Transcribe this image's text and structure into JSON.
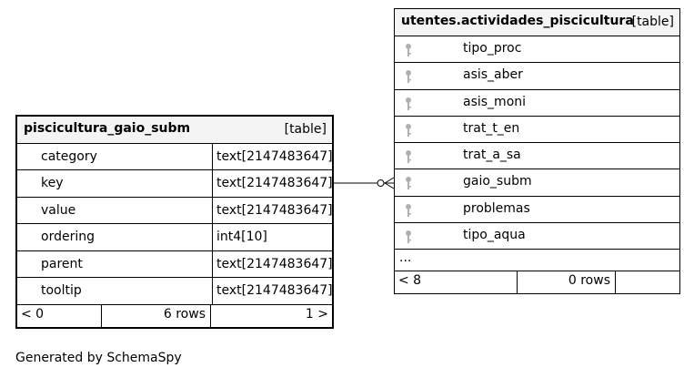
{
  "left_table": {
    "name": "piscicultura_gaio_subm",
    "kind": "[table]",
    "columns": [
      {
        "name": "category",
        "type": "text[2147483647]"
      },
      {
        "name": "key",
        "type": "text[2147483647]"
      },
      {
        "name": "value",
        "type": "text[2147483647]"
      },
      {
        "name": "ordering",
        "type": "int4[10]"
      },
      {
        "name": "parent",
        "type": "text[2147483647]"
      },
      {
        "name": "tooltip",
        "type": "text[2147483647]"
      }
    ],
    "footer": {
      "children": "< 0",
      "rows": "6 rows",
      "parents": "1 >"
    }
  },
  "right_table": {
    "name": "utentes.actividades_piscicultura",
    "kind": "[table]",
    "columns": [
      {
        "name": "tipo_proc",
        "icon": "key-icon"
      },
      {
        "name": "asis_aber",
        "icon": "key-icon"
      },
      {
        "name": "asis_moni",
        "icon": "key-icon"
      },
      {
        "name": "trat_t_en",
        "icon": "key-icon"
      },
      {
        "name": "trat_a_sa",
        "icon": "key-icon"
      },
      {
        "name": "gaio_subm",
        "icon": "key-icon"
      },
      {
        "name": "problemas",
        "icon": "key-icon"
      },
      {
        "name": "tipo_aqua",
        "icon": "key-icon"
      }
    ],
    "ellipsis": "...",
    "footer": {
      "children": "< 8",
      "rows": "0 rows",
      "parents": ""
    }
  },
  "generated_by": "Generated by SchemaSpy",
  "colors": {
    "header_bg": "#f4f4f4",
    "border": "#000000",
    "key_icon": "#b0b0b0"
  }
}
